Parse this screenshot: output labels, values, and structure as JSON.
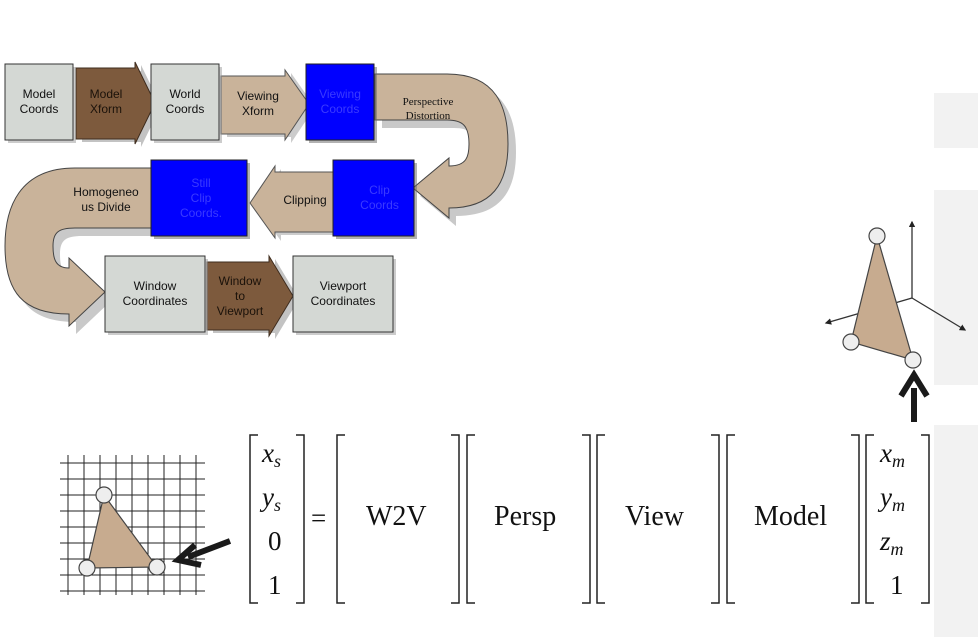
{
  "colors": {
    "box_gray": "#d4d8d4",
    "box_blue": "#0000ff",
    "box_brown": "#7d5a3d",
    "arrow_tan": "#c9b39a",
    "arrow_tan_light": "#e2d3c2",
    "triangle_fill": "#c7ab8f"
  },
  "pipeline": {
    "model_coords": "Model\nCoords",
    "model_xform": "Model\nXform",
    "world_coords": "World\nCoords",
    "viewing_xform": "Viewing\nXform",
    "viewing_coords": "Viewing\nCoords",
    "perspective_distortion": "Perspective\nDistortion",
    "clip_coords": "Clip\nCoords",
    "clipping": "Clipping",
    "still_clip_coords": "Still\nClip\nCoords.",
    "homogeneous_divide": "Homogeneo\nus Divide",
    "window_coordinates": "Window\nCoordinates",
    "window_to_viewport": "Window\nto\nViewport",
    "viewport_coordinates": "Viewport\nCoordinates"
  },
  "equation": {
    "lhs": [
      "x",
      "s",
      "y",
      "s",
      "0",
      "1"
    ],
    "equals": "=",
    "matrices": [
      "W2V",
      "Persp",
      "View",
      "Model"
    ],
    "rhs": [
      "x",
      "m",
      "y",
      "m",
      "z",
      "m",
      "1"
    ]
  }
}
